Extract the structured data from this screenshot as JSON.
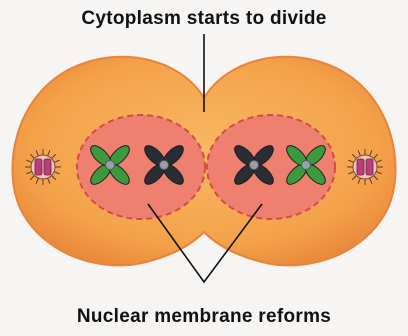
{
  "labels": {
    "top": "Cytoplasm starts to divide",
    "bottom": "Nuclear membrane reforms"
  },
  "colors": {
    "background": "#f7f5f3",
    "cytoplasm": "#f4a24a",
    "cytoplasm_rim": "#e8833a",
    "nucleus": "#ef8070",
    "nucleus_border": "#d24a48",
    "chromosome_green": "#3c9a3c",
    "chromosome_dark": "#2a2d33",
    "centromere": "#9aa0a8",
    "centriole": "#b8407a",
    "leader_line": "#111111"
  },
  "icons": {
    "centriole_left": "centriole-aster",
    "centriole_right": "centriole-aster"
  }
}
